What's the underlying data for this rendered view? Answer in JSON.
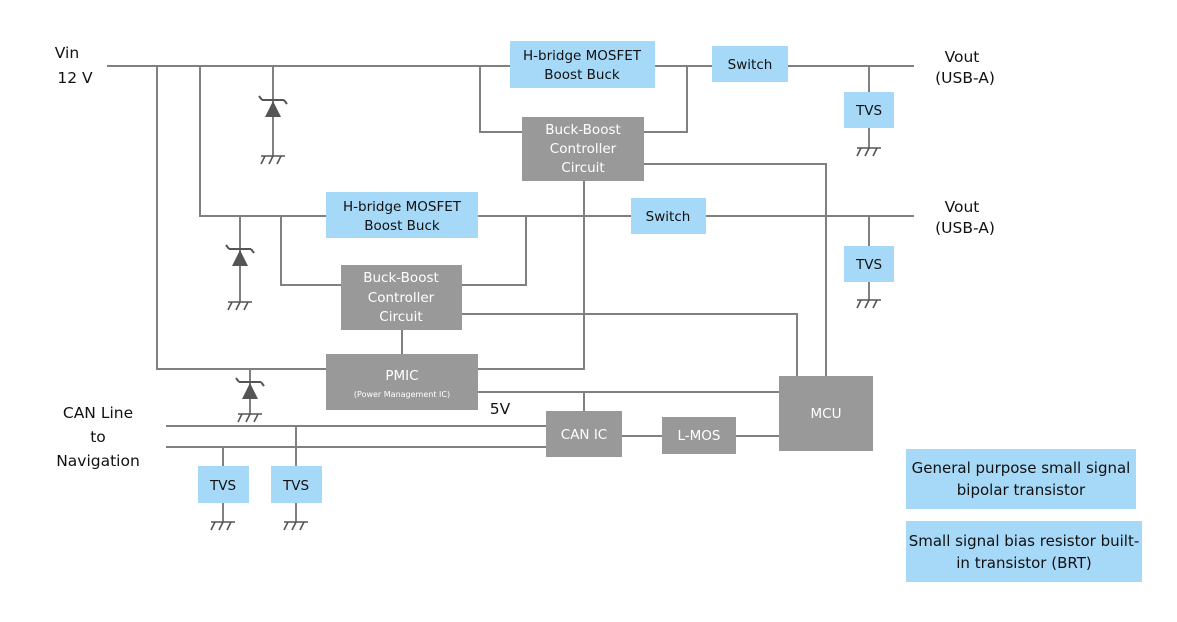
{
  "labels": {
    "vin": "Vin",
    "vin_voltage": "12 V",
    "vout": "Vout",
    "vout_connector": "(USB-A)",
    "can_line_1": "CAN Line",
    "can_line_2": "to",
    "can_line_3": "Navigation",
    "five_v": "5V"
  },
  "blocks": {
    "hbridge_line1": "H-bridge MOSFET",
    "hbridge_line2": "Boost Buck",
    "switch": "Switch",
    "tvs": "TVS",
    "bbc_line1": "Buck-Boost",
    "bbc_line2": "Controller",
    "bbc_line3": "Circuit",
    "pmic": "PMIC",
    "pmic_sub": "(Power Management IC)",
    "mcu": "MCU",
    "can_ic": "CAN IC",
    "lmos": "L-MOS"
  },
  "legend": {
    "items": [
      "General purpose small signal bipolar transistor",
      "Small signal bias resistor built-in transistor (BRT)"
    ]
  },
  "colors": {
    "highlight_blue": "#a6d8f7",
    "block_gray": "#999999",
    "wire_gray": "#808080"
  }
}
